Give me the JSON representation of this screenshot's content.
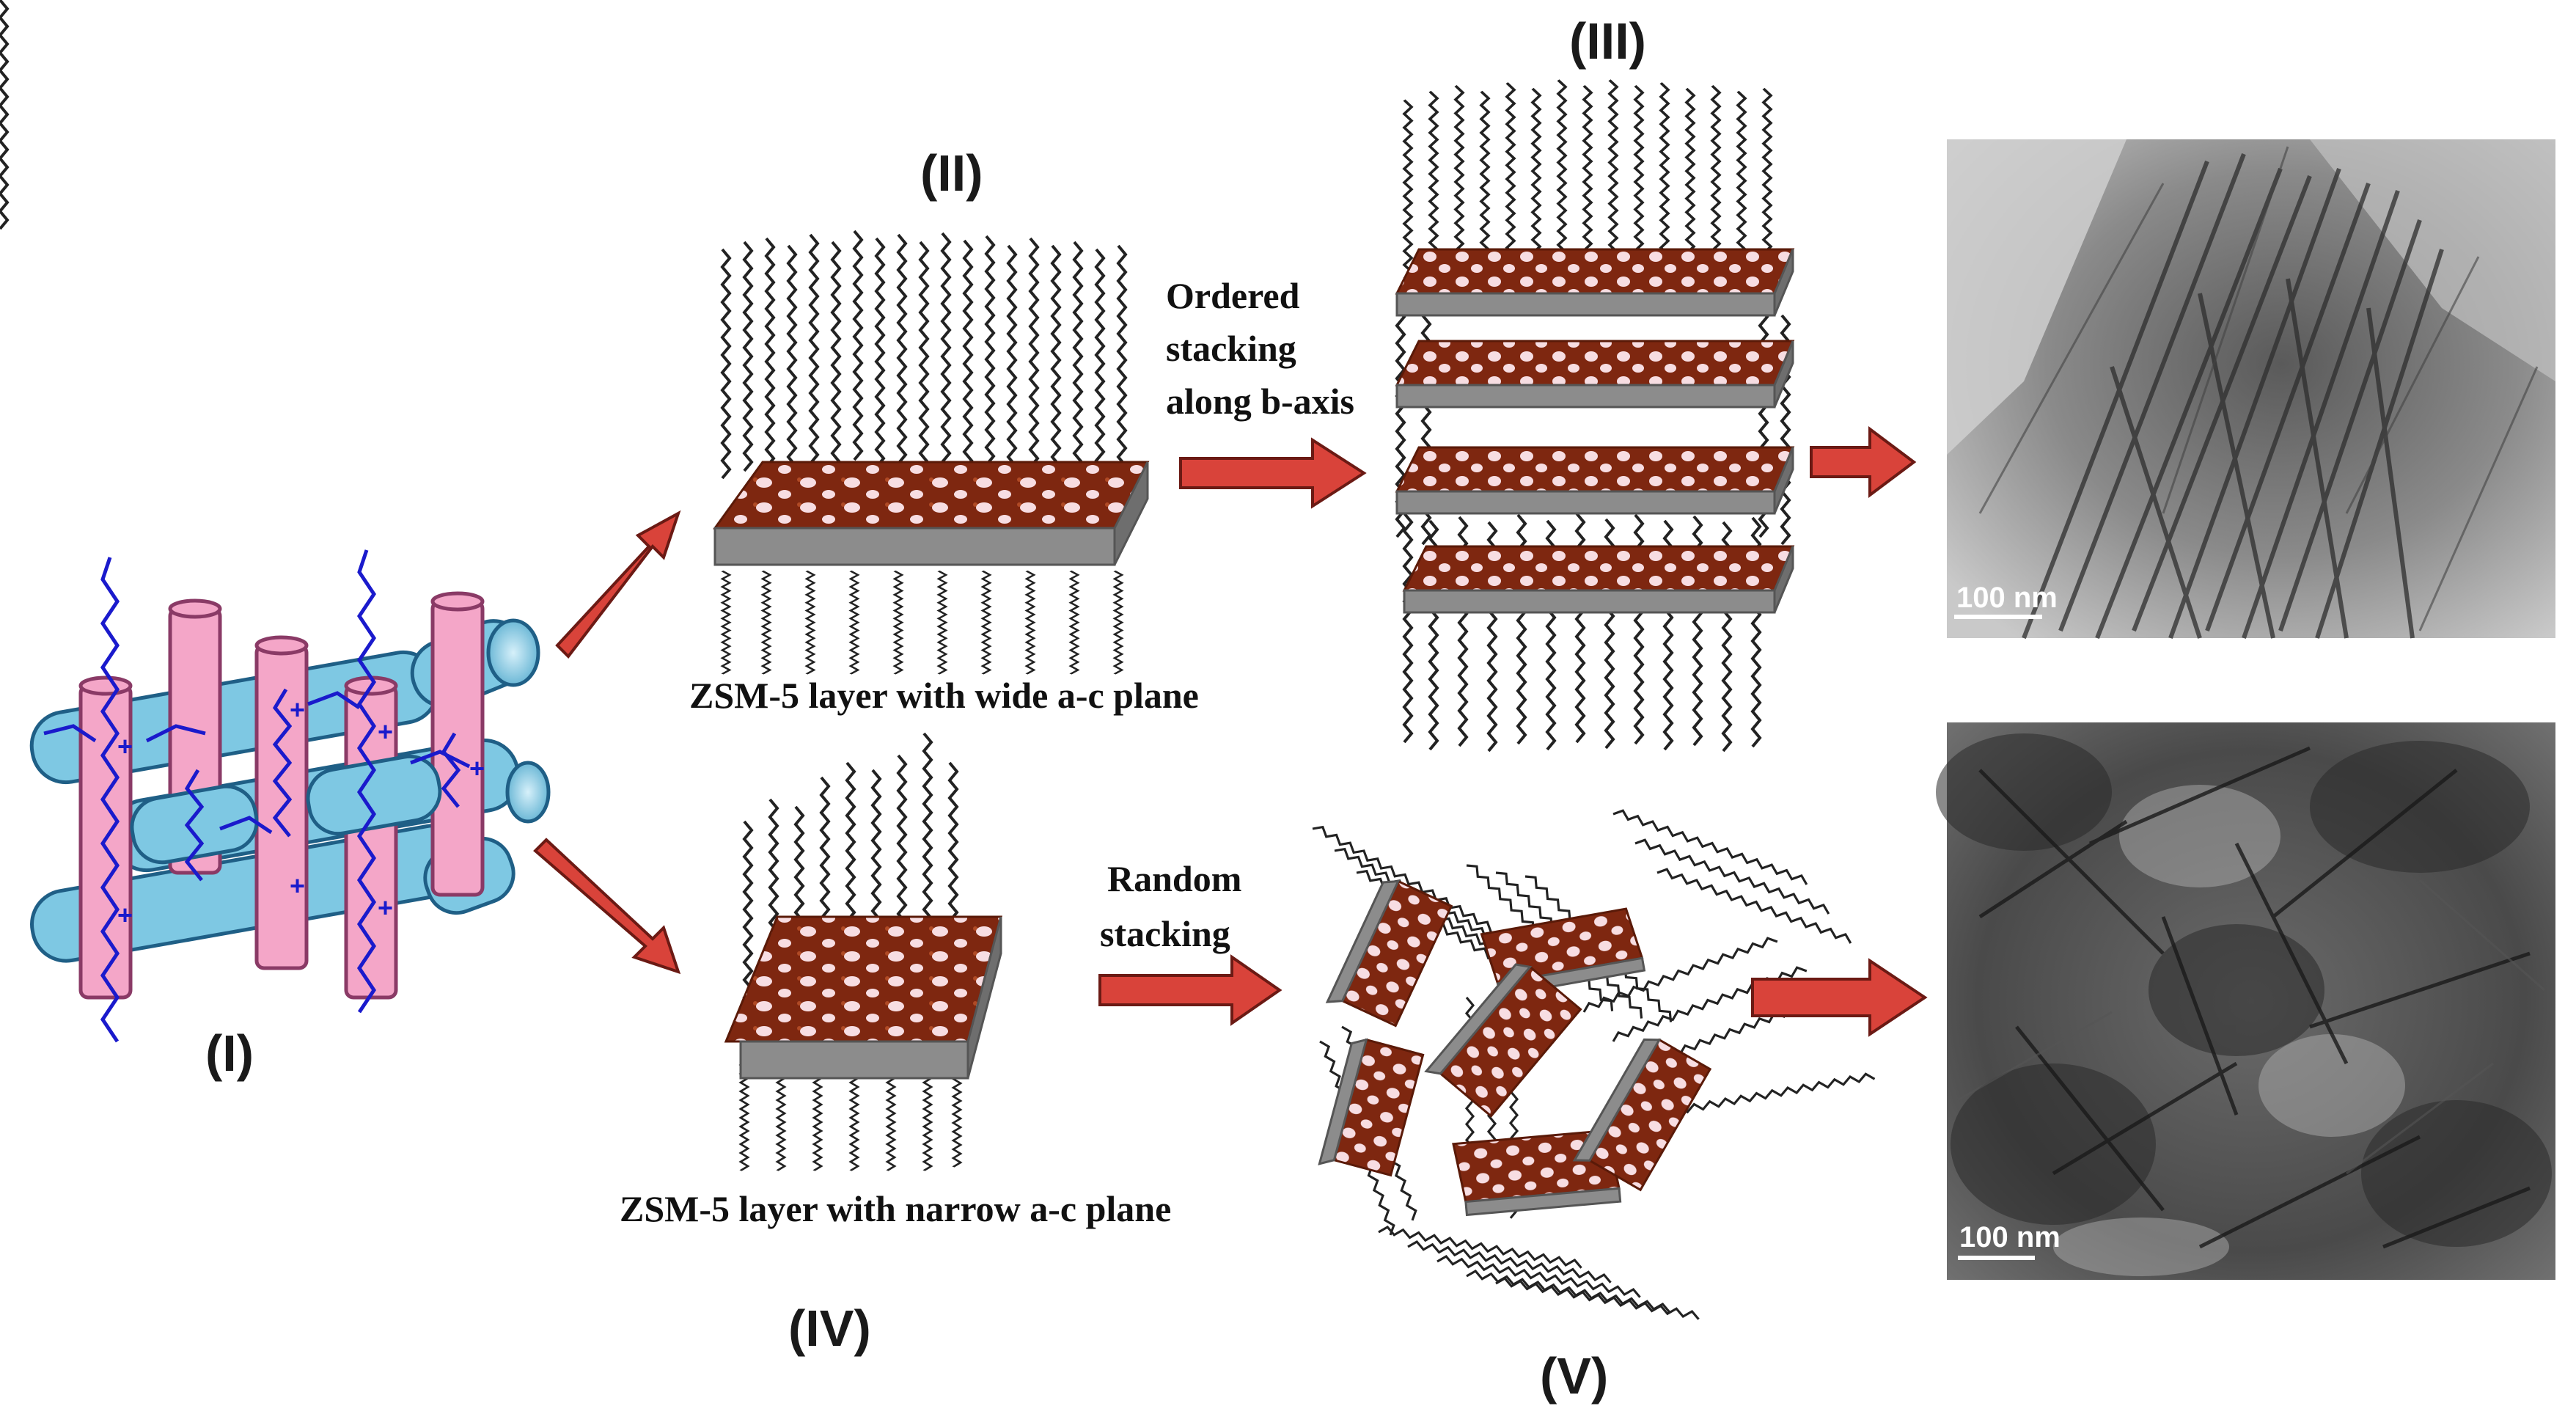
{
  "labels": {
    "structure_I": "(I)",
    "structure_II": "(II)",
    "structure_III": "(III)",
    "structure_IV": "(IV)",
    "structure_V": "(V)"
  },
  "captions": {
    "wide_layer": "ZSM-5 layer with wide a-c plane",
    "narrow_layer": "ZSM-5 layer with narrow a-c plane"
  },
  "steps": {
    "ordered_line1": "Ordered",
    "ordered_line2": "stacking",
    "ordered_line3": "along b-axis",
    "random_line1": "Random",
    "random_line2": "stacking"
  },
  "micrographs": {
    "top_scale": "100 nm",
    "bottom_scale": "100 nm"
  },
  "colors": {
    "arrow": "#d9433a",
    "rod_pink": "#f4a6c8",
    "rod_blue": "#7ec8e3",
    "chain_blue": "#1a1acc",
    "sheet_top": "#8a2a10",
    "sheet_side": "#8c8c8c",
    "pore": "#f6dce0"
  },
  "icons": {
    "arrow": "block-arrow-icon",
    "chain": "surfactant-chain-icon"
  }
}
